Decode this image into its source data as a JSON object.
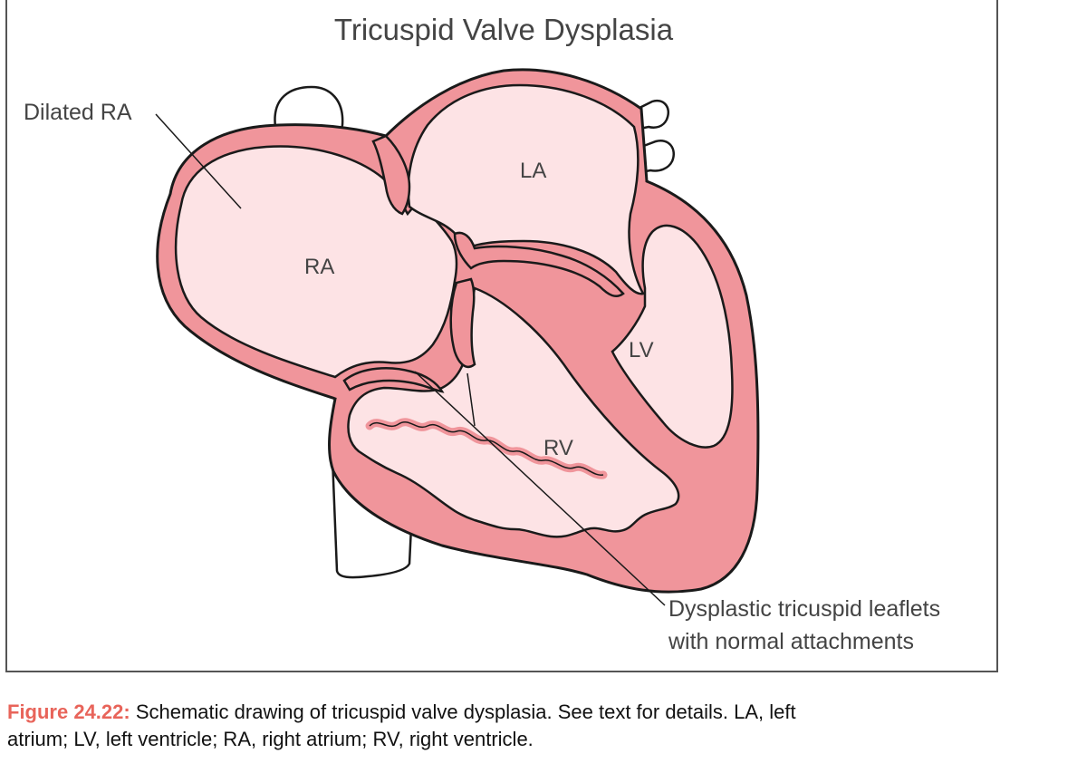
{
  "figure": {
    "title": "Tricuspid Valve Dysplasia",
    "labels": {
      "dilated_ra": "Dilated RA",
      "ra": "RA",
      "la": "LA",
      "lv": "LV",
      "rv": "RV",
      "leaflets_line1": "Dysplastic tricuspid leaflets",
      "leaflets_line2": "with normal attachments"
    }
  },
  "caption": {
    "figure_number": "Figure 24.22:",
    "text_line1": " Schematic drawing of tricuspid valve dysplasia. See text for details. LA, left",
    "text_line2": "atrium; LV, left ventricle; RA, right atrium; RV, right ventricle."
  },
  "colors": {
    "wall": "#f0959b",
    "chamber": "#fde3e5",
    "outline": "#1a1a1a",
    "caption_accent": "#e8645a"
  }
}
